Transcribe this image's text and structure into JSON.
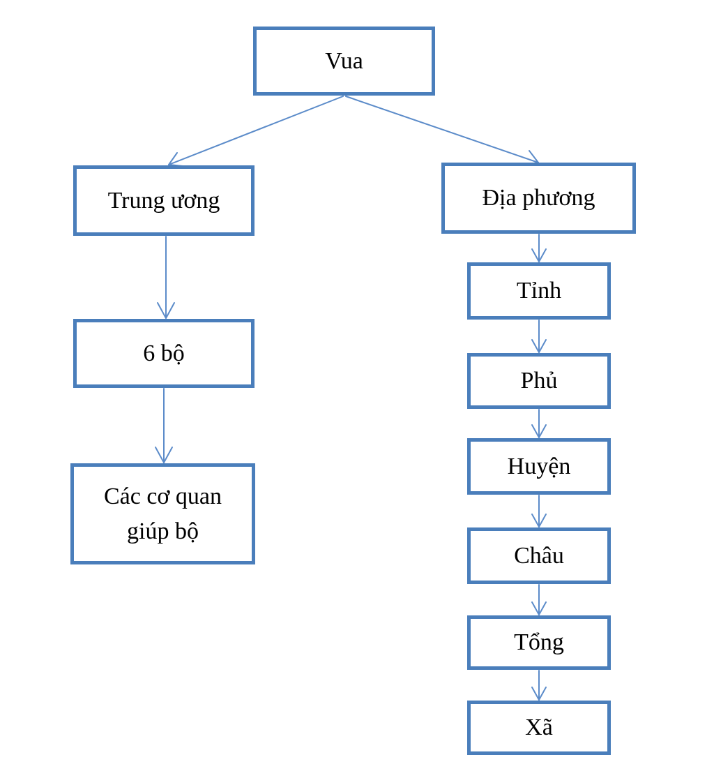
{
  "diagram": {
    "accent_color": "#4a7ebb",
    "nodes": {
      "vua": "Vua",
      "trung_uong": "Trung ương",
      "sau_bo": "6 bộ",
      "co_quan_line1": "Các cơ quan",
      "co_quan_line2": "giúp bộ",
      "dia_phuong": "Địa phương",
      "tinh": "Tỉnh",
      "phu": "Phủ",
      "huyen": "Huyện",
      "chau": "Châu",
      "tong": "Tổng",
      "xa": "Xã"
    },
    "edges": [
      {
        "from": "Vua",
        "to": "Trung ương"
      },
      {
        "from": "Vua",
        "to": "Địa phương"
      },
      {
        "from": "Trung ương",
        "to": "6 bộ"
      },
      {
        "from": "6 bộ",
        "to": "Các cơ quan giúp bộ"
      },
      {
        "from": "Địa phương",
        "to": "Tỉnh"
      },
      {
        "from": "Tỉnh",
        "to": "Phủ"
      },
      {
        "from": "Phủ",
        "to": "Huyện"
      },
      {
        "from": "Huyện",
        "to": "Châu"
      },
      {
        "from": "Châu",
        "to": "Tổng"
      },
      {
        "from": "Tổng",
        "to": "Xã"
      }
    ]
  }
}
